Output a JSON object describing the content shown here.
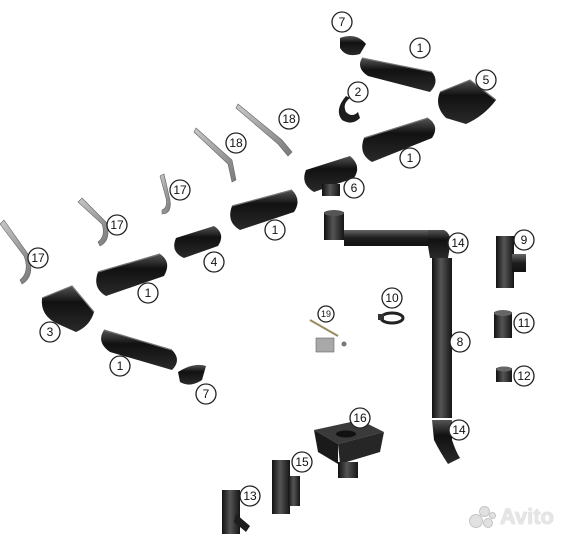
{
  "callouts": {
    "c7_top": "7",
    "c1_top": "1",
    "c5": "5",
    "c2": "2",
    "c18_a": "18",
    "c18_b": "18",
    "c1_mid_r": "1",
    "c6": "6",
    "c17_a": "17",
    "c17_b": "17",
    "c17_c": "17",
    "c1_mid": "1",
    "c4": "4",
    "c14_top": "14",
    "c9": "9",
    "c1_left": "1",
    "c3": "3",
    "c10": "10",
    "c19": "19",
    "c8": "8",
    "c11": "11",
    "c1_bot": "1",
    "c7_bot": "7",
    "c12": "12",
    "c14_bot": "14",
    "c16": "16",
    "c15": "15",
    "c13": "13"
  },
  "watermark": {
    "brand": "Avito"
  },
  "colors": {
    "part": "#1c1c1c",
    "part_light": "#3a3a3a",
    "bracket": "#8a8a8a",
    "callout_stroke": "#222222"
  }
}
